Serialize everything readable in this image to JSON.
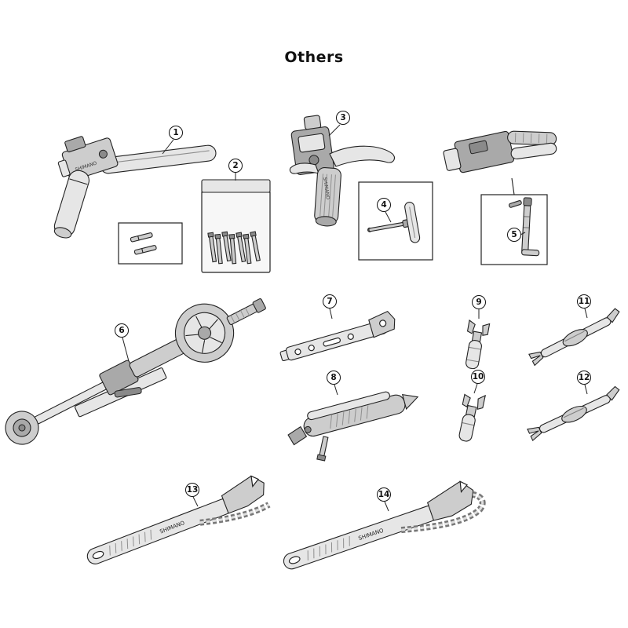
{
  "page": {
    "title": "Others"
  },
  "brand": "SHIMANO",
  "callouts": [
    {
      "label": "1"
    },
    {
      "label": "2"
    },
    {
      "label": "3"
    },
    {
      "label": "4"
    },
    {
      "label": "5"
    },
    {
      "label": "6"
    },
    {
      "label": "7"
    },
    {
      "label": "8"
    },
    {
      "label": "9"
    },
    {
      "label": "10"
    },
    {
      "label": "11"
    },
    {
      "label": "12"
    },
    {
      "label": "13"
    },
    {
      "label": "14"
    }
  ]
}
